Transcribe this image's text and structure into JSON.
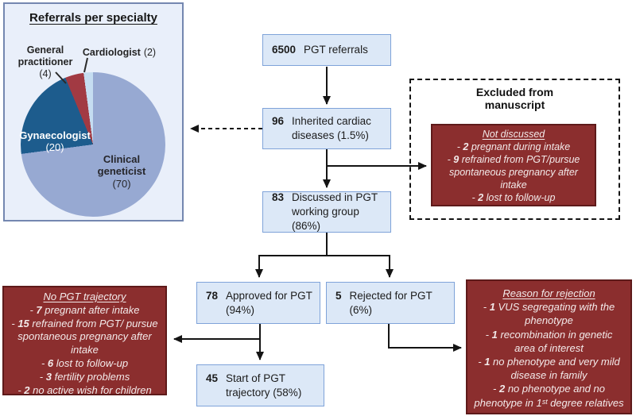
{
  "pie": {
    "panel_title": "Referrals per specialty"
  },
  "chart_data": {
    "type": "pie",
    "title": "Referrals per specialty",
    "total": 96,
    "start_angle_deg": 0,
    "direction": "clockwise",
    "slices": [
      {
        "label": "Clinical geneticist",
        "value": 70,
        "color": "#97a9d2",
        "label_placement": "inside"
      },
      {
        "label": "Gynaecologist",
        "value": 20,
        "color": "#1d5c8d",
        "label_placement": "inside"
      },
      {
        "label": "General practitioner",
        "value": 4,
        "color": "#a23a43",
        "label_placement": "outside"
      },
      {
        "label": "Cardiologist",
        "value": 2,
        "color": "#c5ddf1",
        "label_placement": "outside"
      }
    ]
  },
  "flow": {
    "referrals": {
      "number": "6500",
      "label": "PGT referrals"
    },
    "cardiac": {
      "number": "96",
      "label": "Inherited cardiac diseases (1.5%)"
    },
    "discussed": {
      "number": "83",
      "label": "Discussed in PGT working group (86%)"
    },
    "approved": {
      "number": "78",
      "label": "Approved for PGT (94%)"
    },
    "rejected": {
      "number": "5",
      "label": "Rejected for PGT (6%)"
    },
    "start": {
      "number": "45",
      "label": "Start of PGT trajectory (58%)"
    }
  },
  "excluded_panel": {
    "title": "Excluded from manuscript",
    "box": {
      "heading": "Not discussed",
      "items": [
        {
          "count": "2",
          "text": "pregnant during intake"
        },
        {
          "count": "9",
          "text": "refrained from PGT/pursue spontaneous pregnancy after intake"
        },
        {
          "count": "2",
          "text": "lost to follow-up"
        }
      ]
    }
  },
  "no_trajectory_box": {
    "heading": "No PGT trajectory",
    "items": [
      {
        "count": "7",
        "text": "pregnant after intake"
      },
      {
        "count": "15",
        "text": "refrained from PGT/ pursue spontaneous pregnancy after intake"
      },
      {
        "count": "6",
        "text": "lost to follow-up"
      },
      {
        "count": "3",
        "text": "fertility problems"
      },
      {
        "count": "2",
        "text": "no active wish for children"
      }
    ]
  },
  "rejection_box": {
    "heading": "Reason for rejection",
    "items": [
      {
        "count": "1",
        "text": "VUS segregating with the phenotype"
      },
      {
        "count": "1",
        "text": "recombination in genetic area of interest"
      },
      {
        "count": "1",
        "text": "no phenotype and very mild disease in family"
      },
      {
        "count": "2",
        "text": "no phenotype and no phenotype in 1ˢᵗ degree relatives"
      }
    ]
  },
  "colors": {
    "flow_box_bg": "#dce8f7",
    "flow_box_border": "#7fa3d9",
    "pie_panel_bg": "#e9effa",
    "pie_panel_border": "#7487b0",
    "dark_red_bg": "#8b2e2e",
    "dark_red_border": "#5e1a1a",
    "red_box_text": "#f3eaea",
    "arrow": "#141414"
  }
}
